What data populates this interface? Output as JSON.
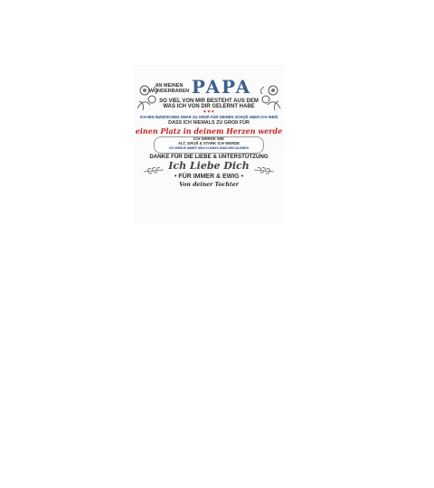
{
  "artwork": {
    "intro_line1": "AN MEINEN",
    "intro_line2": "WUNDERBAREN",
    "title": "PAPA",
    "line1": "SO VIEL VON MIR BESTEHT AUS DEM",
    "line2": "WAS ICH VON DIR GELERNT HABE",
    "hearts": "♥ ♥ ♥",
    "line3": "ICH BIN INZWISCHEN ZWAR ZU GROß FÜR DEINEN SCHOß ABER ICH WEIß",
    "line4": "DASS ICH NIEMALS ZU GROß FÜR",
    "line5": "einen Platz in deinem Herzen werde",
    "line6": "ICH WERDE WIE",
    "line7": "ALT, GROß & STARK ICH WERDE",
    "line8": "ICH WERDE IMMER DEIN KLEINES MÄDCHEN BLEIBEN",
    "line9": "DANKE FÜR DIE LIEBE & UNTERSTÜTZUNG",
    "line10": "Ich Liebe Dich",
    "line11": "• FÜR IMMER & EWIG •",
    "line12": "Von deiner Tochter"
  },
  "colors": {
    "accent_blue": "#3b5f8f",
    "accent_red": "#c32626"
  }
}
